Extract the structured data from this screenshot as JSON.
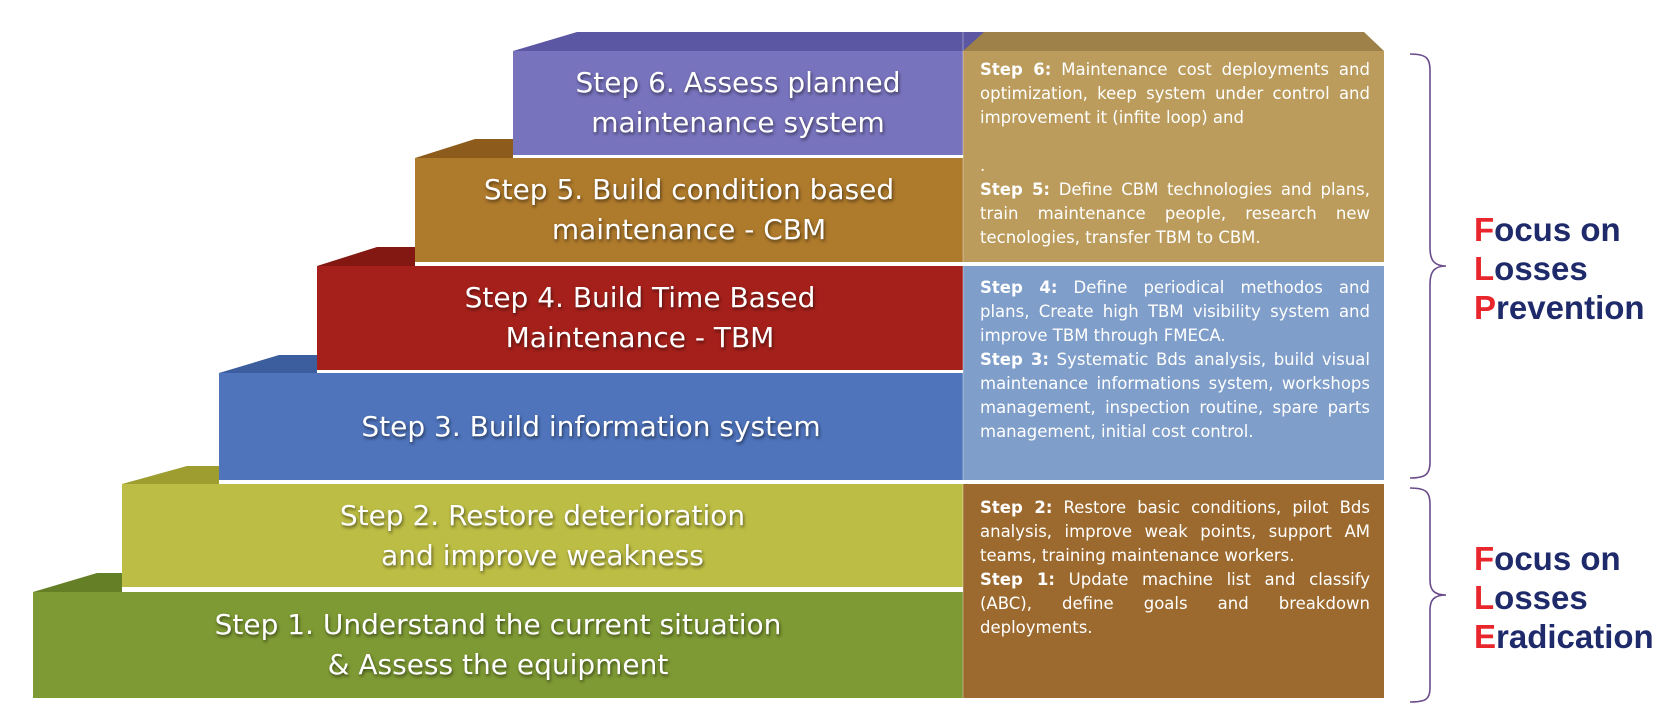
{
  "steps": [
    {
      "label": "Step 6. Assess planned\nmaintenance system",
      "color": "#7873bd"
    },
    {
      "label": "Step 5. Build condition based\nmaintenance - CBM",
      "color": "#ae7a2c"
    },
    {
      "label": "Step 4. Build Time Based\nMaintenance - TBM",
      "color": "#a6201b"
    },
    {
      "label": "Step 3. Build information system",
      "color": "#4f74bc"
    },
    {
      "label": "Step 2. Restore deterioration\nand improve weakness",
      "color": "#bcbd44"
    },
    {
      "label": "Step 1. Understand the current situation\n& Assess the equipment",
      "color": "#7e9a34"
    }
  ],
  "panels": {
    "top": {
      "color": "#bb9c5c",
      "step6": {
        "head": "Step 6:",
        "text": " Maintenance cost deployments and optimization, keep system under control and improvement it (infite loop) and"
      },
      "dot": ".",
      "step5": {
        "head": "Step 5:",
        "text": " Define CBM technologies and plans, train maintenance people, research new tecnologies, transfer TBM to CBM."
      }
    },
    "middle": {
      "color": "#7f9ec9",
      "step4": {
        "head": "Step 4:",
        "text": " Define periodical methodos and plans, Create high TBM visibility system and improve TBM through FMECA."
      },
      "step3": {
        "head": "Step 3:",
        "text": " Systematic Bds analysis, build visual maintenance informations system, workshops management, inspection routine, spare parts management, initial cost control."
      }
    },
    "bottom": {
      "color": "#9c6a2e",
      "step2": {
        "head": "Step 2:",
        "text": " Restore basic conditions, pilot Bds analysis, improve weak points, support AM teams, training maintenance workers."
      },
      "step1": {
        "head": "Step 1:",
        "text": " Update machine list and classify (ABC), define goals and breakdown deployments."
      }
    }
  },
  "prevention": {
    "line1": {
      "initial": "F",
      "rest": "ocus on"
    },
    "line2": {
      "initial": "L",
      "rest": "osses"
    },
    "line3": {
      "initial": "P",
      "rest": "revention"
    }
  },
  "eradication": {
    "line1": {
      "initial": "F",
      "rest": "ocus on"
    },
    "line2": {
      "initial": "L",
      "rest": "osses"
    },
    "line3": {
      "initial": "E",
      "rest": "radication"
    }
  },
  "colors": {
    "heading": "#1f2a6b",
    "initial": "#e8262b",
    "brace": "#6b4c8a"
  }
}
